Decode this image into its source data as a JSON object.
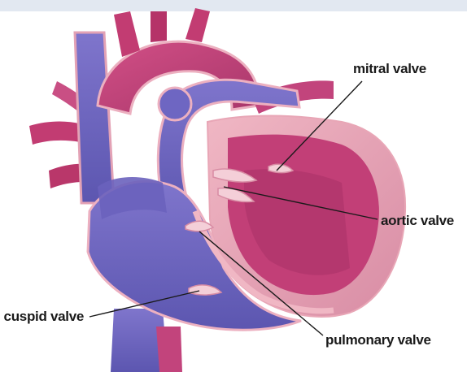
{
  "labels": {
    "mitral": "mitral valve",
    "aortic": "aortic valve",
    "pulmonary": "pulmonary valve",
    "tricuspid": "cuspid valve"
  },
  "colors": {
    "blue_chamber": "#7a6fc6",
    "blue_dark": "#5f58b4",
    "red_chamber": "#c2447c",
    "red_light": "#d95d8e",
    "wall_pink": "#e8a6b6",
    "leader_line": "#1a1a1a",
    "header_strip": "#e2e8f1"
  }
}
